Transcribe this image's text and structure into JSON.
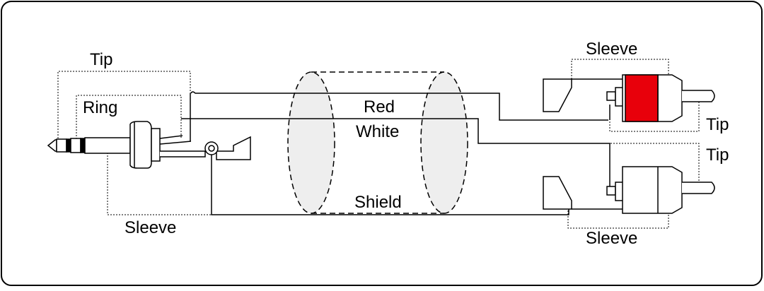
{
  "labels": {
    "stereo_tip": "Tip",
    "stereo_ring": "Ring",
    "stereo_sleeve": "Sleeve",
    "wire_red": "Red",
    "wire_white": "White",
    "shield": "Shield",
    "rca_red_sleeve": "Sleeve",
    "rca_red_tip": "Tip",
    "rca_white_tip": "Tip",
    "rca_white_sleeve": "Sleeve"
  },
  "colors": {
    "red_wire_marker": "#e8000b",
    "cable_fill": "#eeeeee",
    "line": "#000000"
  }
}
